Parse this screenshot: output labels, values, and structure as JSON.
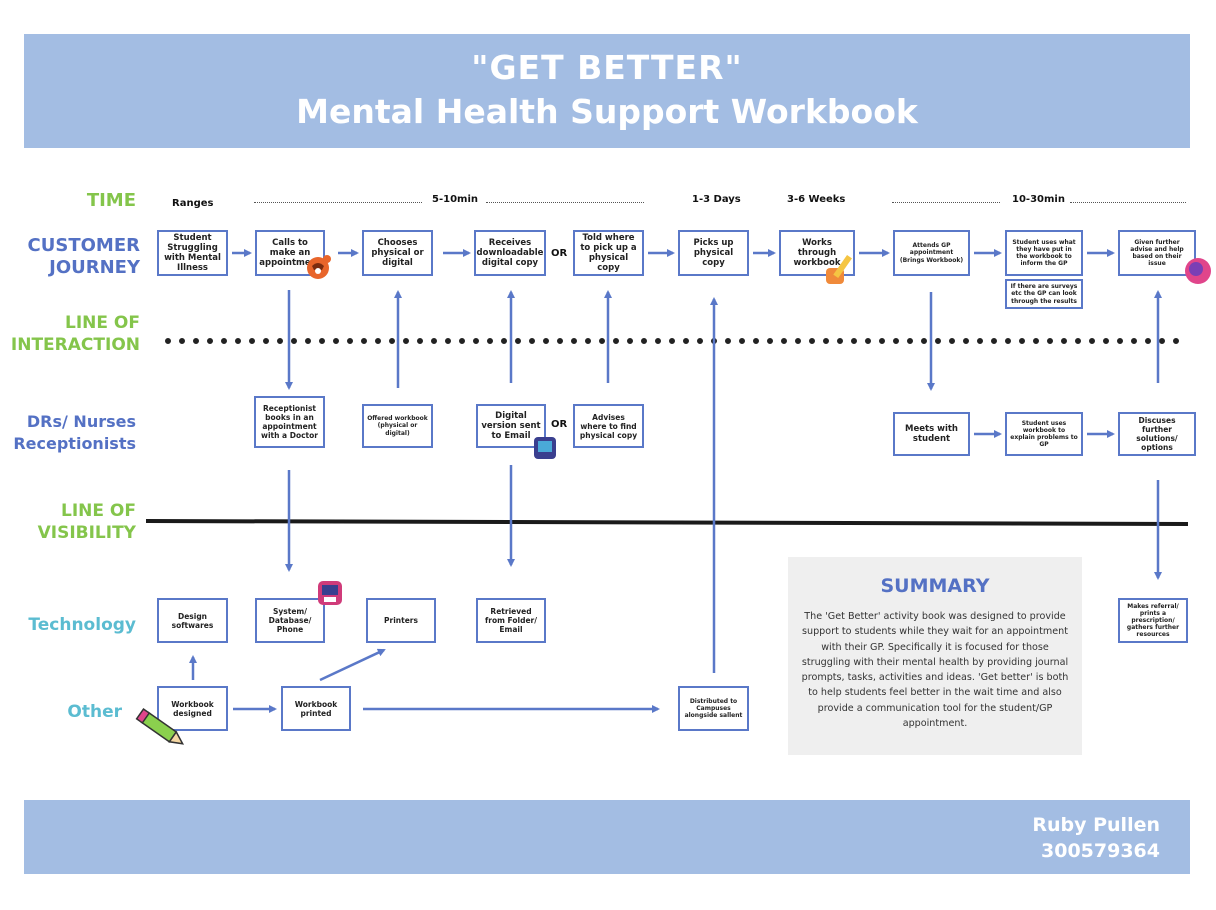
{
  "header": {
    "title_line1": "\"GET BETTER\"",
    "title_line2": "Mental Health Support Workbook"
  },
  "footer": {
    "author": "Ruby Pullen",
    "student_id": "300579364"
  },
  "rows": {
    "time": "TIME",
    "journey_1": "CUSTOMER",
    "journey_2": "JOURNEY",
    "interaction_1": "LINE OF",
    "interaction_2": "INTERACTION",
    "staff_1": "DRs/ Nurses",
    "staff_2": "Receptionists",
    "visibility_1": "LINE OF",
    "visibility_2": "VISIBILITY",
    "technology": "Technology",
    "other": "Other"
  },
  "time_labels": {
    "ranges": "Ranges",
    "t1": "5-10min",
    "t2": "1-3 Days",
    "t3": "3-6 Weeks",
    "t4": "10-30min"
  },
  "journey": [
    "Student Struggling with Mental Illness",
    "Calls to make an appointment",
    "Chooses physical or digital",
    "Receives downloadable digital copy",
    "Told where to pick up a physical copy",
    "Picks up physical copy",
    "Works through workbook",
    "Attends GP appointment (Brings Workbook)",
    "Student uses what they have put in the workbook to inform the GP",
    "Given further advise and help based on their issue"
  ],
  "journey_note": "If there are surveys etc the GP can look through the results",
  "staff": [
    "Receptionist books in an appointment with a Doctor",
    "Offered workbook (physical or digital)",
    "Digital version sent to Email",
    "Advises where to find physical copy",
    "Meets with student",
    "Student uses workbook to explain problems to GP",
    "Discuses further solutions/ options"
  ],
  "technology": [
    "Design softwares",
    "System/ Database/ Phone",
    "Printers",
    "Retrieved from Folder/ Email",
    "Makes referral/ prints a prescription/ gathers further resources"
  ],
  "other": [
    "Workbook designed",
    "Workbook printed",
    "Distributed to Campuses alongside sallent"
  ],
  "or_label": "OR",
  "summary": {
    "title": "SUMMARY",
    "body": "The 'Get Better' activity book was designed to provide support to students while they wait for an appointment with their GP. Specifically it is focused for those struggling with their mental health by providing journal prompts, tasks, activities and ideas. 'Get better' is both to help students feel better in the wait time and also provide a communication tool for the student/GP appointment."
  },
  "colors": {
    "banner": "#a3bde3",
    "box_border": "#5a78c8",
    "row_green": "#84c54b",
    "row_blue": "#5471c4",
    "row_teal": "#5bbcd1"
  },
  "icons": [
    "phone-icon",
    "pencil-icon",
    "sticker-icon",
    "brain-icon"
  ]
}
